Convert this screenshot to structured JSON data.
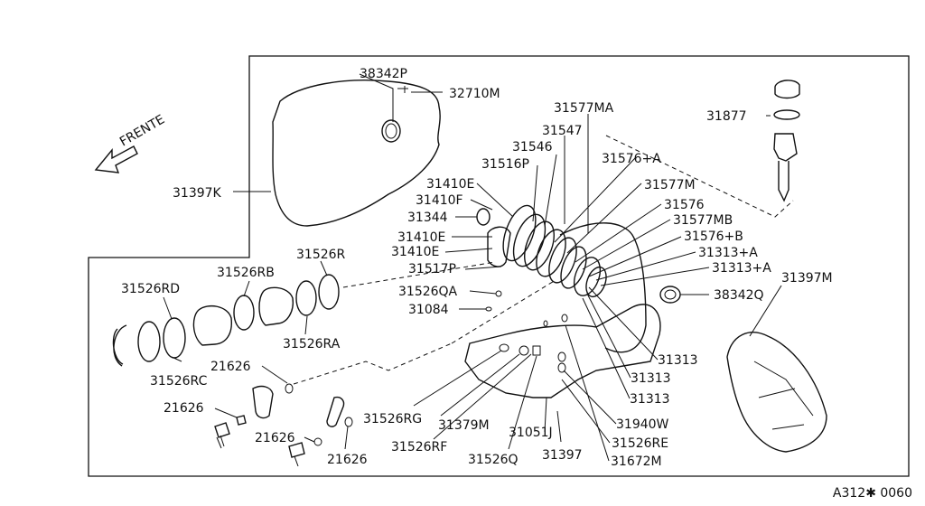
{
  "diagram": {
    "direction_label": "FRENTE",
    "ref_code": "A312✱ 0060",
    "parts": [
      {
        "id": "p_38342P",
        "text": "38342P"
      },
      {
        "id": "p_32710M",
        "text": "32710M"
      },
      {
        "id": "p_31397K",
        "text": "31397K"
      },
      {
        "id": "p_31577MA",
        "text": "31577MA"
      },
      {
        "id": "p_31547",
        "text": "31547"
      },
      {
        "id": "p_31546",
        "text": "31546"
      },
      {
        "id": "p_31516P",
        "text": "31516P"
      },
      {
        "id": "p_31576A",
        "text": "31576+A"
      },
      {
        "id": "p_31410E_1",
        "text": "31410E"
      },
      {
        "id": "p_31410F",
        "text": "31410F"
      },
      {
        "id": "p_31344",
        "text": "31344"
      },
      {
        "id": "p_31410E_2",
        "text": "31410E"
      },
      {
        "id": "p_31410E_3",
        "text": "31410E"
      },
      {
        "id": "p_31517P",
        "text": "31517P"
      },
      {
        "id": "p_31577M",
        "text": "31577M"
      },
      {
        "id": "p_31576",
        "text": "31576"
      },
      {
        "id": "p_31577MB",
        "text": "31577MB"
      },
      {
        "id": "p_31576B",
        "text": "31576+B"
      },
      {
        "id": "p_31313A_1",
        "text": "31313+A"
      },
      {
        "id": "p_31313A_2",
        "text": "31313+A"
      },
      {
        "id": "p_31877",
        "text": "31877"
      },
      {
        "id": "p_31397M",
        "text": "31397M"
      },
      {
        "id": "p_38342Q",
        "text": "38342Q"
      },
      {
        "id": "p_31526R",
        "text": "31526R"
      },
      {
        "id": "p_31526RB",
        "text": "31526RB"
      },
      {
        "id": "p_31526RD",
        "text": "31526RD"
      },
      {
        "id": "p_31526RA",
        "text": "31526RA"
      },
      {
        "id": "p_31526RC",
        "text": "31526RC"
      },
      {
        "id": "p_31526QA",
        "text": "31526QA"
      },
      {
        "id": "p_31084",
        "text": "31084"
      },
      {
        "id": "p_21626_1",
        "text": "21626"
      },
      {
        "id": "p_21626_2",
        "text": "21626"
      },
      {
        "id": "p_21626_3",
        "text": "21626"
      },
      {
        "id": "p_21626_4",
        "text": "21626"
      },
      {
        "id": "p_31526RG",
        "text": "31526RG"
      },
      {
        "id": "p_31379M",
        "text": "31379M"
      },
      {
        "id": "p_31526RF",
        "text": "31526RF"
      },
      {
        "id": "p_31526Q",
        "text": "31526Q"
      },
      {
        "id": "p_31051J",
        "text": "31051J"
      },
      {
        "id": "p_31397",
        "text": "31397"
      },
      {
        "id": "p_31313_1",
        "text": "31313"
      },
      {
        "id": "p_31313_2",
        "text": "31313"
      },
      {
        "id": "p_31313_3",
        "text": "31313"
      },
      {
        "id": "p_31940W",
        "text": "31940W"
      },
      {
        "id": "p_31526RE",
        "text": "31526RE"
      },
      {
        "id": "p_31672M",
        "text": "31672M"
      }
    ]
  }
}
